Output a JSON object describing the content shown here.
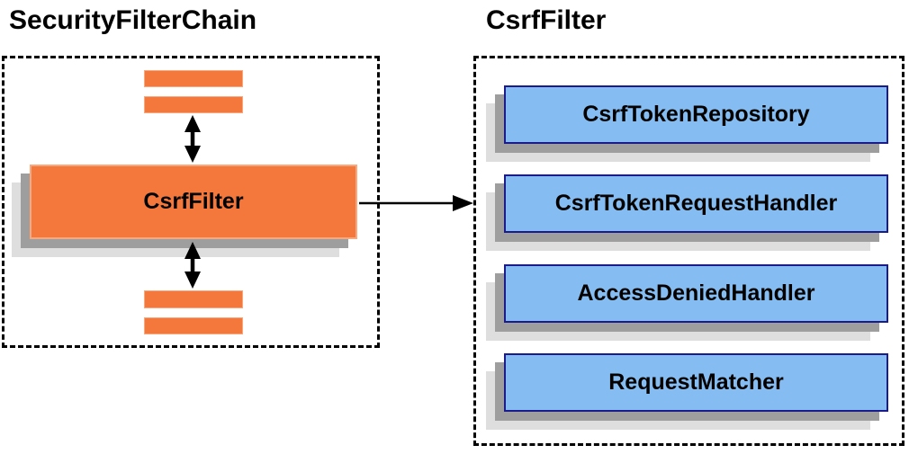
{
  "left_panel": {
    "title": "SecurityFilterChain",
    "filter_label": "CsrfFilter"
  },
  "right_panel": {
    "title": "CsrfFilter",
    "components": [
      "CsrfTokenRepository",
      "CsrfTokenRequestHandler",
      "AccessDeniedHandler",
      "RequestMatcher"
    ]
  },
  "connectors": {
    "top_arrow": "bidirectional",
    "bottom_arrow": "bidirectional",
    "link_arrow": "left-to-right"
  },
  "colors": {
    "orange_fill": "#F4783C",
    "orange_stroke": "#F8A87E",
    "blue_fill": "#85BDF2",
    "blue_border": "#1B1B8C",
    "shadow_dark": "#9E9E9E",
    "shadow_light": "#DEDEDE",
    "line_black": "#000000"
  }
}
